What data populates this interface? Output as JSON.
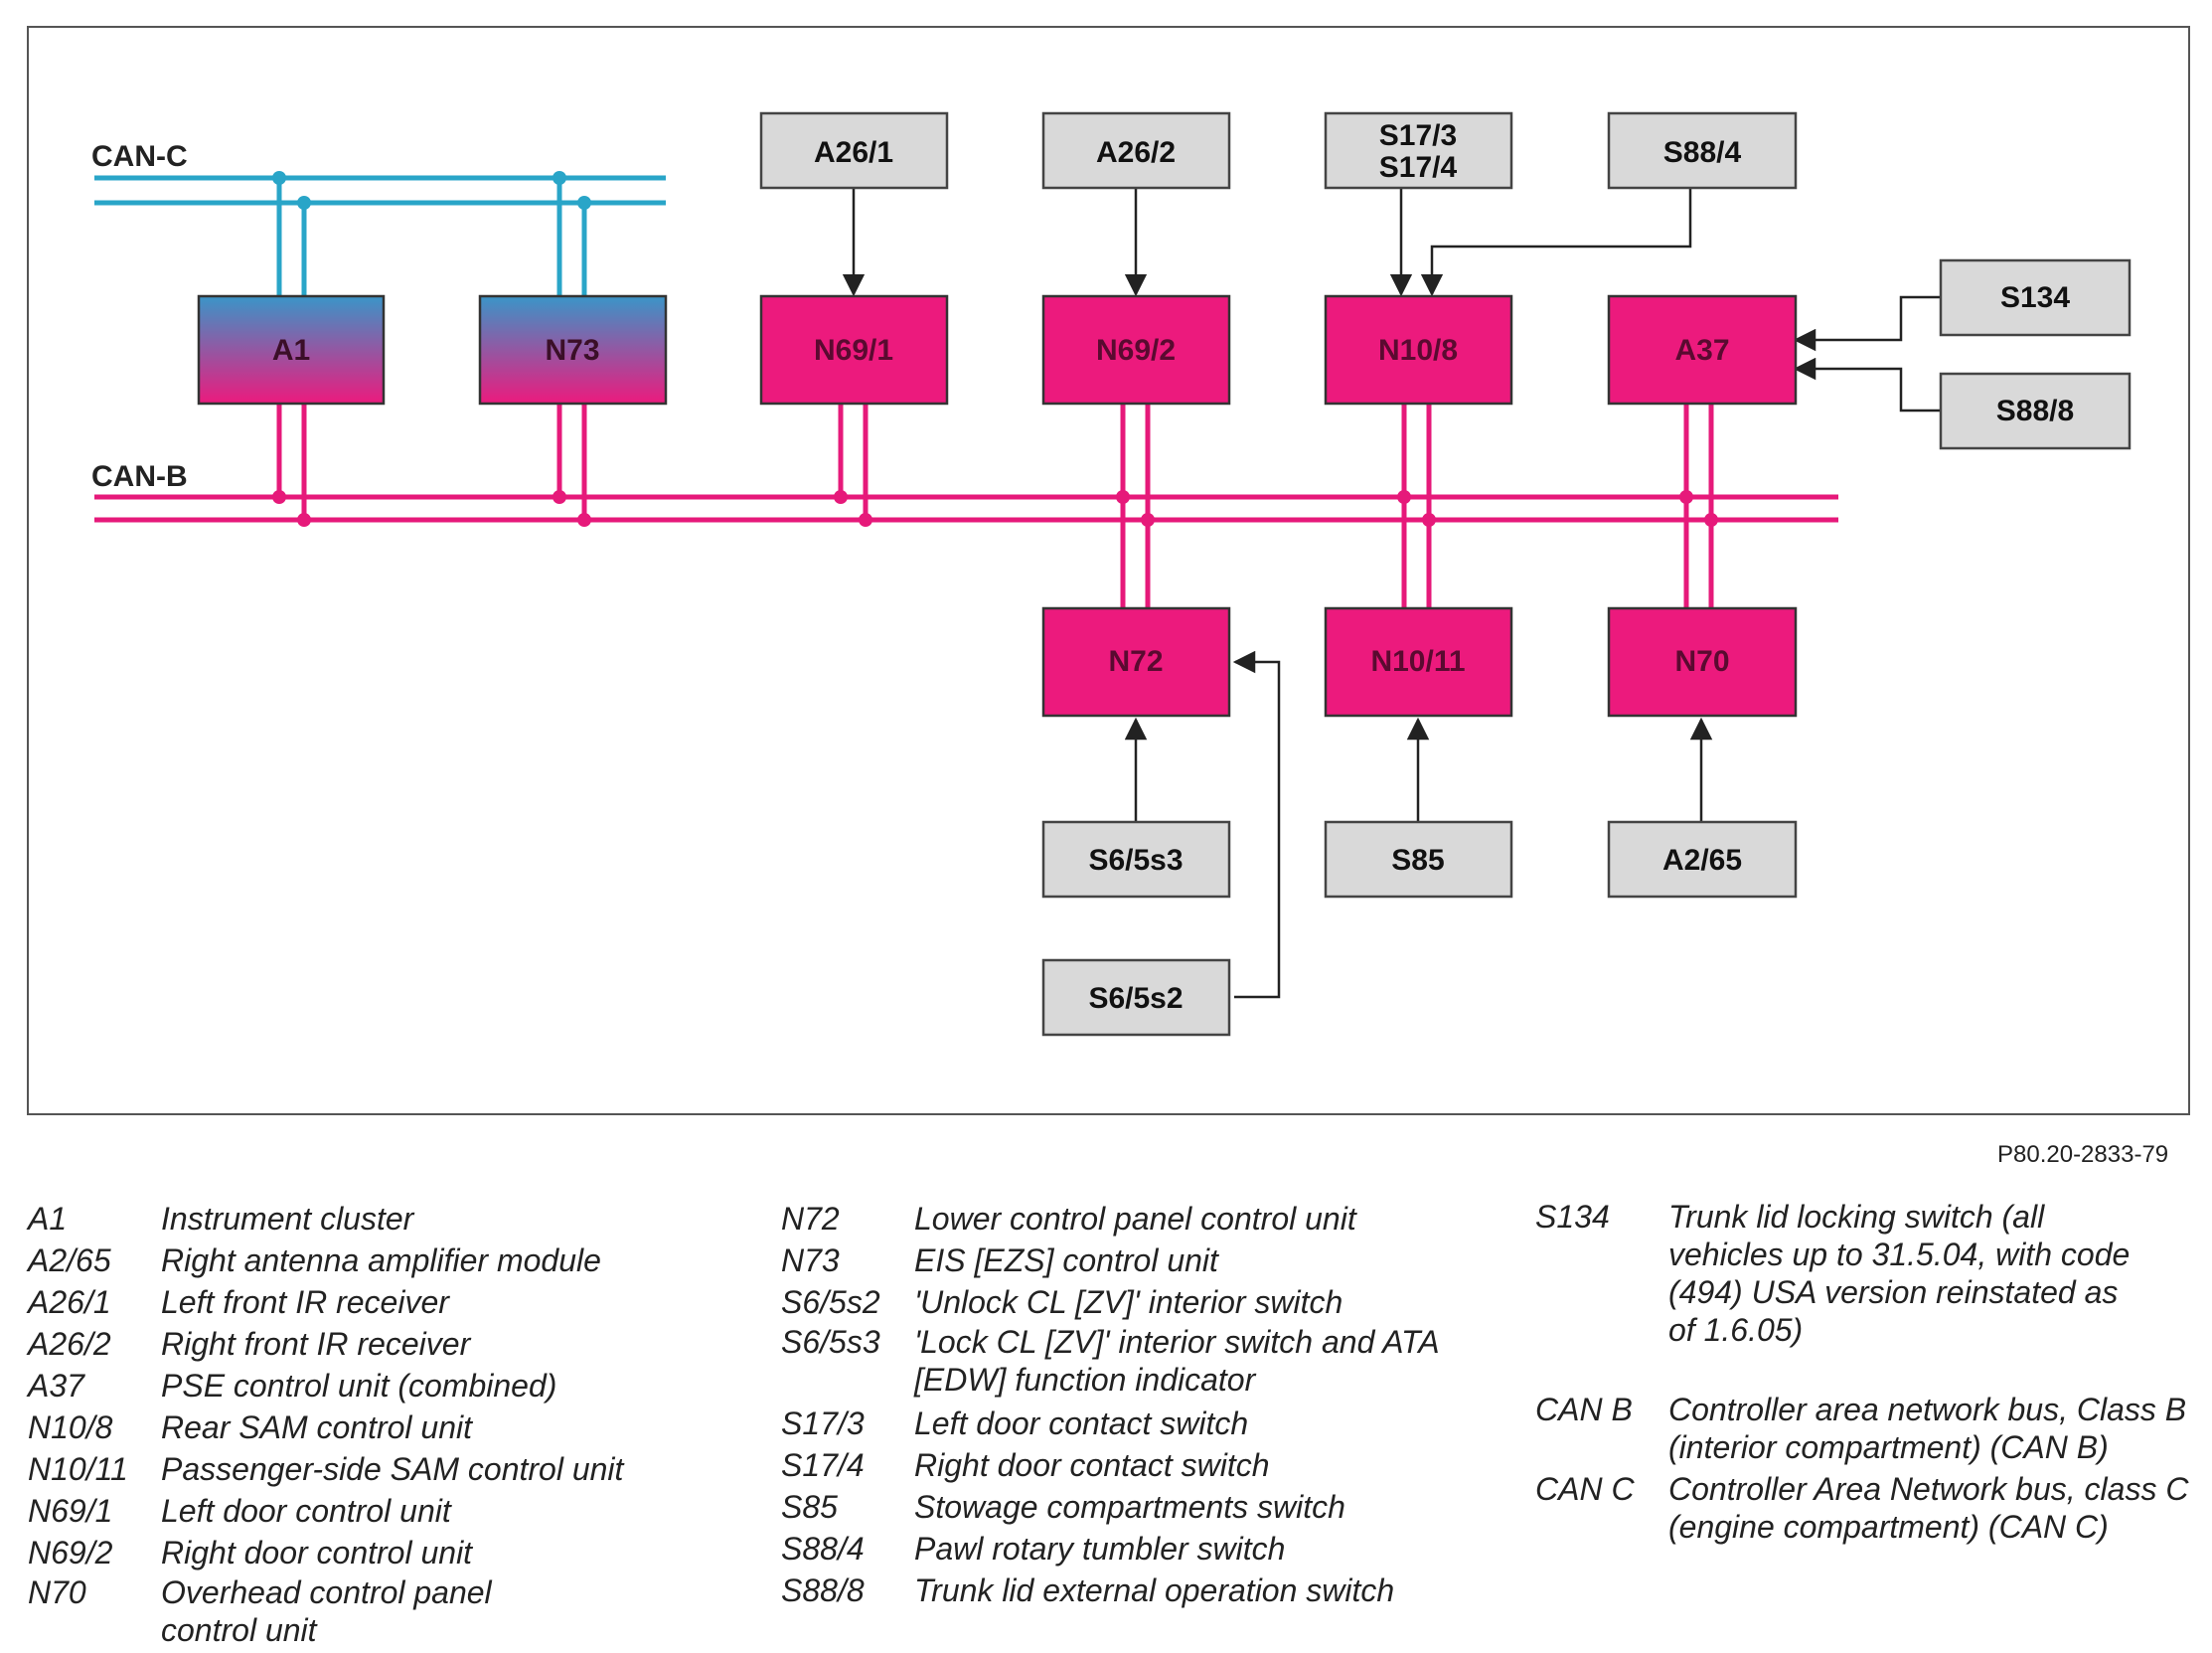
{
  "bus_labels": {
    "can_c": "CAN-C",
    "can_b": "CAN-B"
  },
  "colors": {
    "can_c": "#29a5c8",
    "can_b": "#e6197a",
    "control_unit": "#ec1a7d",
    "sensor": "#d9d9d9",
    "gradient_top": "#3a95c8",
    "gradient_bottom": "#ec1a7d"
  },
  "boxes": {
    "a26_1": "A26/1",
    "a26_2": "A26/2",
    "s17_3": "S17/3",
    "s17_4": "S17/4",
    "s88_4": "S88/4",
    "a1": "A1",
    "n73": "N73",
    "n69_1": "N69/1",
    "n69_2": "N69/2",
    "n10_8": "N10/8",
    "a37": "A37",
    "s134": "S134",
    "s88_8": "S88/8",
    "n72": "N72",
    "n10_11": "N10/11",
    "n70": "N70",
    "s6_5s3": "S6/5s3",
    "s85": "S85",
    "a2_65": "A2/65",
    "s6_5s2": "S6/5s2"
  },
  "figure_code": "P80.20-2833-79",
  "legend": {
    "col1": [
      {
        "code": "A1",
        "desc": "Instrument cluster"
      },
      {
        "code": "A2/65",
        "desc": "Right antenna amplifier module"
      },
      {
        "code": "A26/1",
        "desc": "Left front IR receiver"
      },
      {
        "code": "A26/2",
        "desc": "Right front IR receiver"
      },
      {
        "code": "A37",
        "desc": "PSE control unit (combined)"
      },
      {
        "code": "N10/8",
        "desc": "Rear SAM control unit"
      },
      {
        "code": "N10/11",
        "desc": "Passenger-side SAM control unit"
      },
      {
        "code": "N69/1",
        "desc": "Left door control unit"
      },
      {
        "code": "N69/2",
        "desc": "Right door control unit"
      },
      {
        "code": "N70",
        "desc": "Overhead control panel control unit"
      }
    ],
    "col2": [
      {
        "code": "N72",
        "desc": "Lower control panel control unit"
      },
      {
        "code": "N73",
        "desc": "EIS [EZS] control unit"
      },
      {
        "code": "S6/5s2",
        "desc": "'Unlock CL [ZV]' interior switch"
      },
      {
        "code": "S6/5s3",
        "desc": "'Lock CL [ZV]' interior switch and ATA [EDW] function indicator"
      },
      {
        "code": "S17/3",
        "desc": "Left door contact switch"
      },
      {
        "code": "S17/4",
        "desc": "Right door contact switch"
      },
      {
        "code": "S85",
        "desc": "Stowage compartments switch"
      },
      {
        "code": "S88/4",
        "desc": "Pawl rotary tumbler switch"
      },
      {
        "code": "S88/8",
        "desc": "Trunk lid external operation switch"
      }
    ],
    "col3": [
      {
        "code": "S134",
        "desc": "Trunk lid locking switch (all vehicles up to 31.5.04, with code (494) USA version reinstated as of 1.6.05)"
      },
      {
        "code": "CAN B",
        "desc": "Controller area network bus, Class B (interior compartment) (CAN B)"
      },
      {
        "code": "CAN C",
        "desc": "Controller Area Network bus, class C (engine compartment) (CAN C)"
      }
    ]
  }
}
